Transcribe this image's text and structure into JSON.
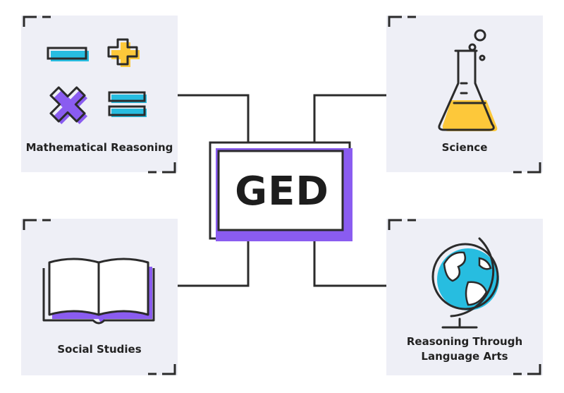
{
  "center": {
    "label": "GED"
  },
  "cards": {
    "math": {
      "label": "Mathematical Reasoning"
    },
    "science": {
      "label": "Science"
    },
    "social": {
      "label": "Social Studies"
    },
    "language": {
      "label_line1": "Reasoning Through",
      "label_line2": "Language Arts"
    }
  },
  "icons": {
    "math": [
      "minus-icon",
      "plus-icon",
      "multiply-icon",
      "equals-icon"
    ],
    "science": "flask-icon",
    "social": "open-book-icon",
    "language": "globe-icon"
  },
  "colors": {
    "card_bg": "#eeeff6",
    "outline": "#2b2b2b",
    "purple": "#8a5cf0",
    "cyan": "#27bde0",
    "yellow": "#fdc83a"
  }
}
